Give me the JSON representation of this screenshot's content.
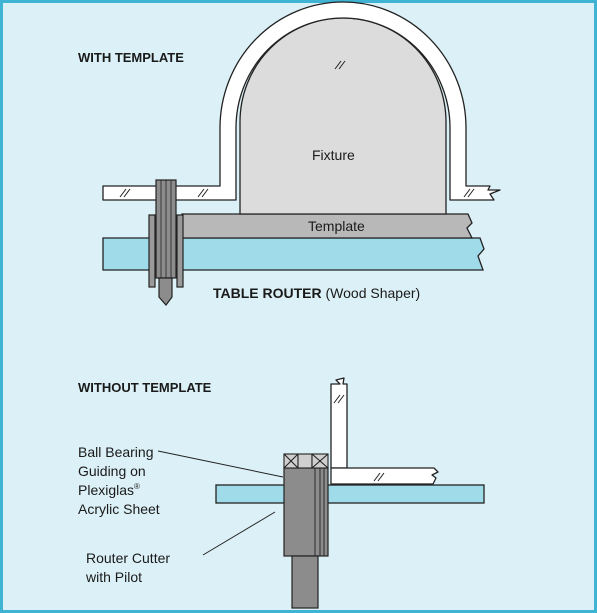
{
  "top": {
    "heading": "WITH TEMPLATE",
    "fixture_label": "Fixture",
    "template_label": "Template",
    "caption_bold": "TABLE ROUTER",
    "caption_rest": " (Wood Shaper)"
  },
  "bottom": {
    "heading": "WITHOUT TEMPLATE",
    "bearing_label": [
      "Ball Bearing",
      "Guiding on",
      "Plexiglas",
      "Acrylic Sheet"
    ],
    "registered_mark": "®",
    "cutter_label": [
      "Router Cutter",
      "with Pilot"
    ]
  },
  "colors": {
    "border": "#3fb3d4",
    "background": "#dcf1f7",
    "table": "#9fdbe9",
    "template": "#b8b8b8",
    "fixture": "#dcdcdc",
    "cutter": "#8c8c8c"
  }
}
